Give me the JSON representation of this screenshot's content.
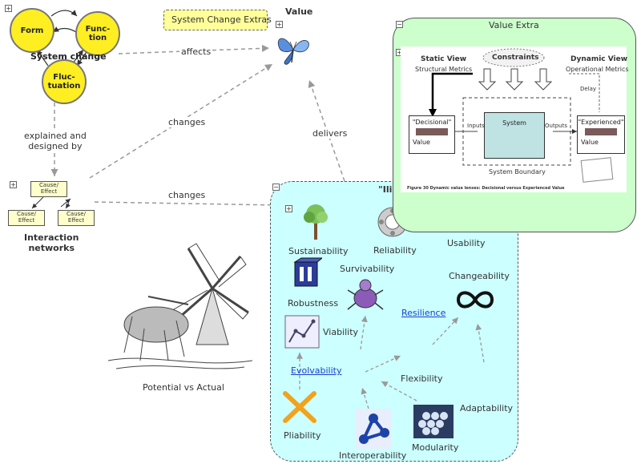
{
  "system_change": {
    "title": "System change",
    "nodes": {
      "form": "Form",
      "function": "Func-\ntion",
      "fluctuation": "Fluc-\ntuation"
    }
  },
  "system_change_extras": "System Change Extras",
  "value": {
    "title": "Value"
  },
  "edges": {
    "affects": "affects",
    "changes_upper": "changes",
    "explained": "explained and\ndesigned by",
    "changes_lower": "changes",
    "delivers": "delivers"
  },
  "interaction": {
    "title": "Interaction\nnetworks",
    "boxes": [
      "Cause/\nEffect",
      "Cause/\nEffect",
      "Cause/\nEffect"
    ]
  },
  "potential": "Potential vs Actual",
  "ilities": {
    "title": "\"Ili",
    "items": {
      "sustainability": "Sustainability",
      "reliability": "Reliability",
      "usability": "Usability",
      "survivability": "Survivability",
      "changeability": "Changeability",
      "robustness": "Robustness",
      "resilience": "Resilience",
      "viability": "Viability",
      "evolvability": "Evolvability",
      "flexibility": "Flexibility",
      "adaptability": "Adaptability",
      "pliability": "Pliability",
      "interoperability": "Interoperability",
      "modularity": "Modularity"
    }
  },
  "value_extra": {
    "title": "Value Extra",
    "figure": {
      "static_view": "Static View",
      "structural": "Structural Metrics",
      "constraints": "Constraints",
      "dynamic_view": "Dynamic View",
      "operational": "Operational Metrics",
      "delay": "Delay",
      "decisional": "\"Decisional\"",
      "value_left": "Value",
      "inputs": "Inputs",
      "system": "System",
      "outputs": "Outputs",
      "experienced": "\"Experienced\"",
      "value_right": "Value",
      "boundary": "System Boundary",
      "caption": "Figure 30 Dynamic value lenses: Decisional versus Experienced Value"
    }
  },
  "colors": {
    "yellow": "#ffee22",
    "ilities_bg": "#ccffff",
    "value_extra_bg": "#ccffcc",
    "link": "#1a3fd1"
  }
}
